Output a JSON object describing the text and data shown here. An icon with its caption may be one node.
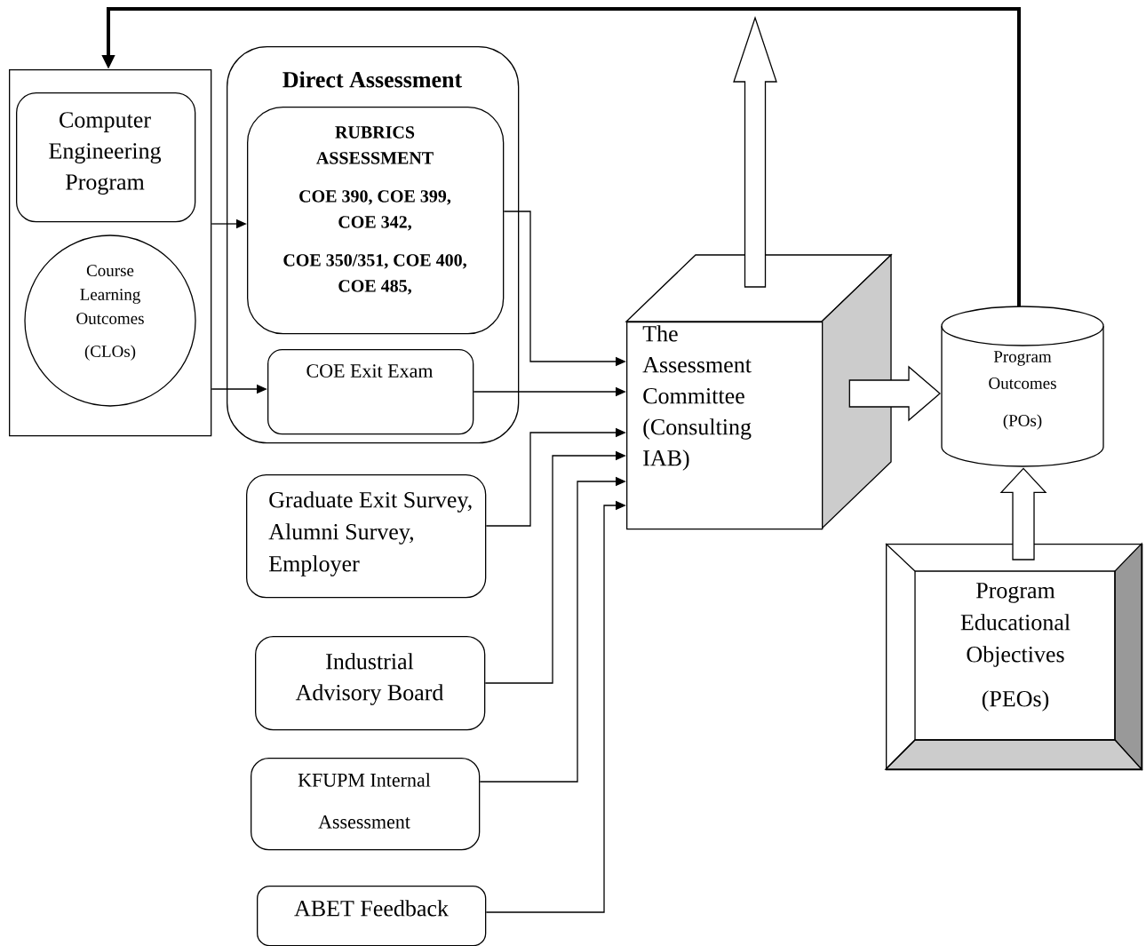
{
  "diagram": {
    "nodes": [
      {
        "text": [],
        "shape": "box"
      },
      {
        "text": [
          "Computer Engineering Program"
        ],
        "in": 0
      },
      {
        "text": [
          "Course Learning Outcomes",
          "(CLOs)"
        ],
        "in": 0
      },
      {
        "text": [
          "Direct Assessment"
        ]
      },
      {
        "text": [
          "RUBRICS ASSESSMENT",
          "COE 390, COE 399, COE 342,",
          "COE 350/351, COE 400, COE 485,"
        ],
        "in": 3
      },
      {
        "text": [
          "COE Exit Exam"
        ],
        "in": 3
      },
      {
        "text": [
          "The Assessment Committee (Consulting IAB)"
        ]
      },
      {
        "text": [
          "Program Outcomes",
          "(POs)"
        ]
      },
      {
        "text": [
          "Program Educational Objectives",
          "(PEOs)"
        ]
      },
      {
        "text": [
          "Graduate Exit Survey, Alumni Survey, Employer"
        ]
      },
      {
        "text": [
          "Industrial Advisory Board"
        ]
      },
      {
        "text": [
          "KFUPM Internal Assessment"
        ]
      },
      {
        "text": [
          "ABET Feedback"
        ]
      }
    ],
    "edges": [
      {
        "from": 0,
        "to": 4,
        "arrow": "to"
      },
      {
        "from": 0,
        "to": 5,
        "arrow": "to"
      },
      {
        "from": 4,
        "to": 6,
        "arrow": "to"
      },
      {
        "from": 5,
        "to": 6,
        "arrow": "to"
      },
      {
        "from": 9,
        "to": 6,
        "arrow": "to"
      },
      {
        "from": 10,
        "to": 6,
        "arrow": "to"
      },
      {
        "from": 11,
        "to": 6,
        "arrow": "to"
      },
      {
        "from": 12,
        "to": 6,
        "arrow": "to"
      },
      {
        "from": 6,
        "to": null,
        "arrow": "to"
      },
      {
        "from": 6,
        "to": 7,
        "arrow": "to"
      },
      {
        "from": 8,
        "to": 7,
        "arrow": "to"
      },
      {
        "from": 7,
        "to": 0,
        "arrow": "to",
        "style": "thick"
      }
    ]
  }
}
